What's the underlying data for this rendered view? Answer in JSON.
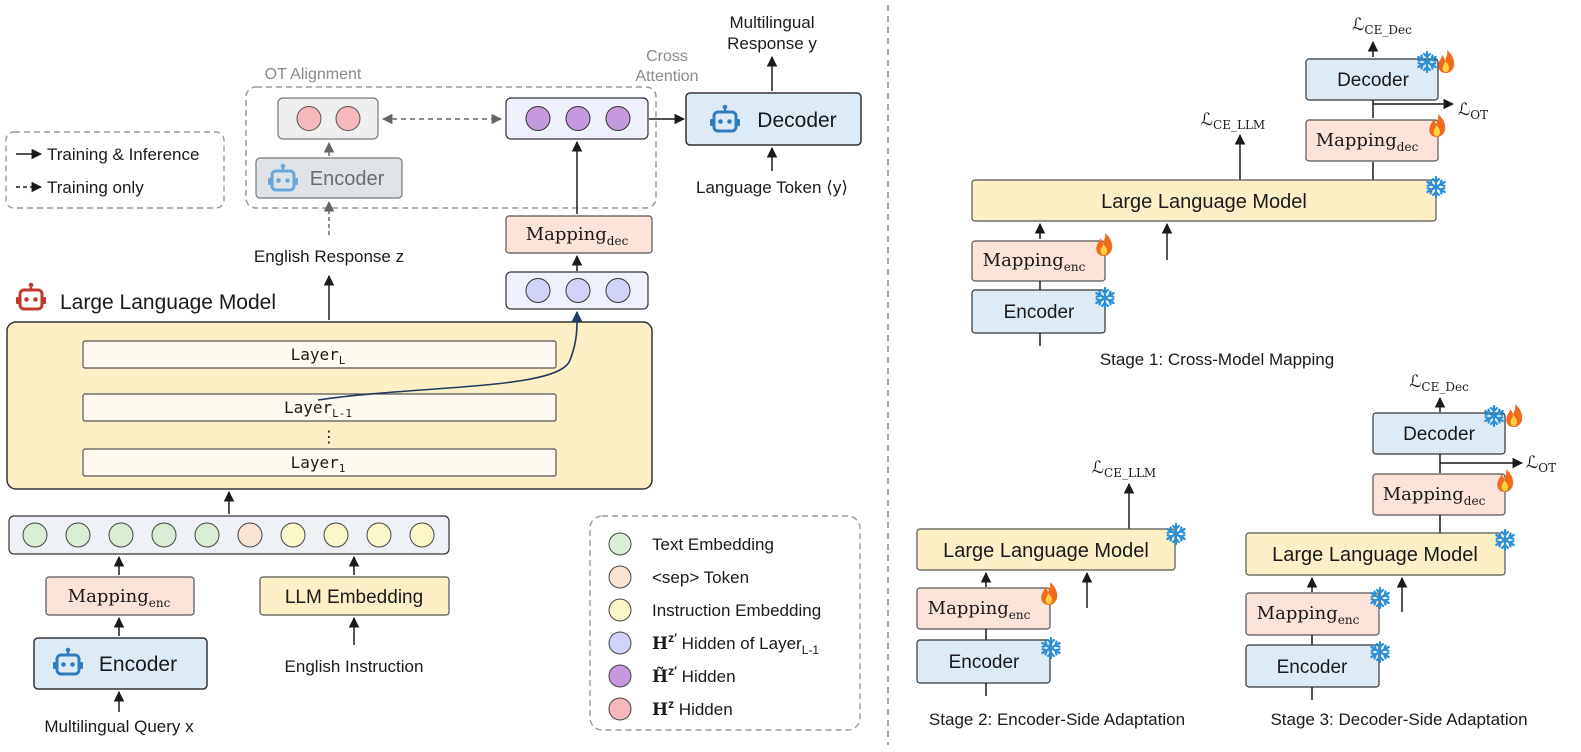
{
  "left": {
    "ot_alignment": "OT Alignment",
    "cross_attention_1": "Cross",
    "cross_attention_2": "Attention",
    "multilingual_response_1": "Multilingual",
    "multilingual_response_2": "Response y",
    "decoder": "Decoder",
    "encoder_top": "Encoder",
    "language_token": "Language Token ⟨y⟩",
    "mapping_dec": "Mapping",
    "mapping_dec_sub": "dec",
    "english_response": "English Response z",
    "llm_title": "Large Language Model",
    "layer": "Layer",
    "layer_L_sub": "L",
    "layer_L1_sub": "L-1",
    "layer_1_sub": "1",
    "vdots": "⋮",
    "mapping_enc": "Mapping",
    "mapping_enc_sub": "enc",
    "llm_embedding": "LLM Embedding",
    "encoder_bottom": "Encoder",
    "english_instruction": "English Instruction",
    "multilingual_query": "Multilingual Query x"
  },
  "arrow_legend": {
    "training_inference": "Training & Inference",
    "training_only": "Training only"
  },
  "circle_legend": [
    {
      "text": "Text Embedding",
      "color": "#d9ecd4"
    },
    {
      "text": "<sep> Token",
      "color": "#fbe3d4"
    },
    {
      "text": "Instruction Embedding",
      "color": "#fbf7c8"
    },
    {
      "prefix": "H",
      "sup": "z′",
      "text": " Hidden of Layer",
      "sub": "L-1",
      "color": "#d2d3fa"
    },
    {
      "prefix": "H̃",
      "sup": "z′",
      "text": " Hidden",
      "color": "#c599e0"
    },
    {
      "prefix": "H",
      "sup": "z",
      "text": " Hidden",
      "color": "#f8b9bd"
    }
  ],
  "colors": {
    "text_embedding": "#d9ecd4",
    "sep_token": "#fbe3d4",
    "instruction_embedding": "#fbf7c8",
    "hidden_layer_l1": "#d2d3fa",
    "hidden_tilde": "#c599e0",
    "hidden_z": "#f8b9bd",
    "llm_box": "#fdf0c6",
    "mapping_box": "#fbe3d9",
    "encoder_box": "#ddebf7",
    "robot_blue": "#2e7cc0",
    "robot_red": "#c0392b"
  },
  "stage1": {
    "loss_dec": "CE_Dec",
    "loss_llm": "CE_LLM",
    "loss_ot": "OT",
    "loss_symbol": "ℒ",
    "decoder": "Decoder",
    "mapping_dec": "Mapping",
    "mapping_dec_sub": "dec",
    "llm": "Large Language Model",
    "mapping_enc": "Mapping",
    "mapping_enc_sub": "enc",
    "encoder": "Encoder",
    "caption": "Stage 1: Cross-Model Mapping"
  },
  "stage2": {
    "loss_llm": "CE_LLM",
    "llm": "Large Language Model",
    "mapping_enc": "Mapping",
    "mapping_enc_sub": "enc",
    "encoder": "Encoder",
    "caption": "Stage 2: Encoder-Side Adaptation"
  },
  "stage3": {
    "loss_dec": "CE_Dec",
    "loss_ot": "OT",
    "decoder": "Decoder",
    "mapping_dec": "Mapping",
    "mapping_dec_sub": "dec",
    "llm": "Large Language Model",
    "mapping_enc": "Mapping",
    "mapping_enc_sub": "enc",
    "encoder": "Encoder",
    "caption": "Stage 3: Decoder-Side Adaptation"
  }
}
